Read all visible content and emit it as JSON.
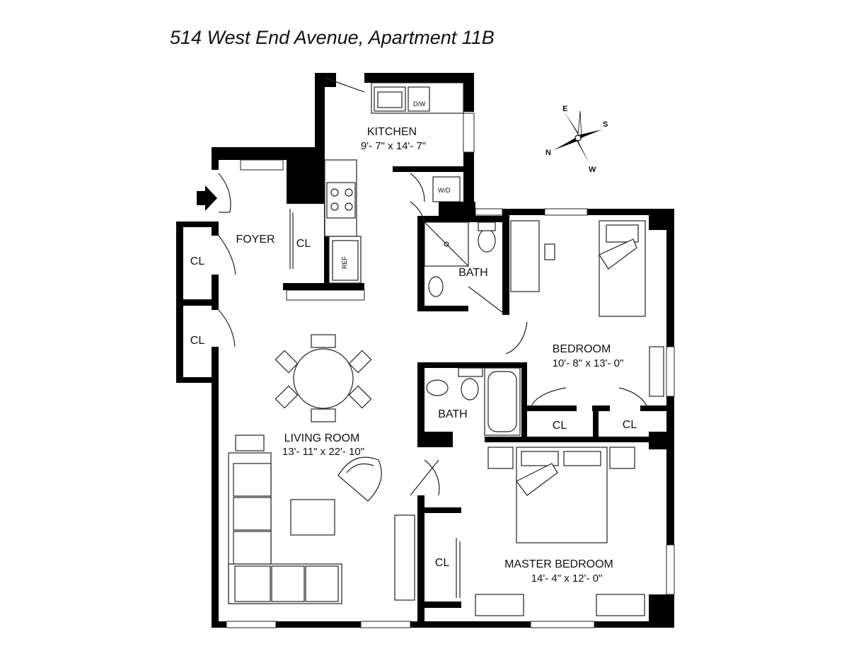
{
  "title": "514 West End Avenue, Apartment 11B",
  "rooms": {
    "kitchen": {
      "name": "KITCHEN",
      "dims": "9'- 7\" x 14'- 7\""
    },
    "foyer": {
      "name": "FOYER"
    },
    "living_room": {
      "name": "LIVING ROOM",
      "dims": "13'- 11\" x 22'- 10\""
    },
    "bedroom": {
      "name": "BEDROOM",
      "dims": "10'- 8\" x 13'- 0\""
    },
    "master_bedroom": {
      "name": "MASTER BEDROOM",
      "dims": "14'- 4\" x 12'- 0\""
    },
    "bath_1": {
      "name": "BATH"
    },
    "bath_2": {
      "name": "BATH"
    }
  },
  "closets": [
    "CL",
    "CL",
    "CL",
    "CL",
    "CL",
    "CL"
  ],
  "appliances": {
    "dishwasher": "D/W",
    "washer_dryer": "W/D",
    "refrigerator": "REF"
  },
  "compass": {
    "n": "N",
    "e": "E",
    "s": "S",
    "w": "W"
  }
}
